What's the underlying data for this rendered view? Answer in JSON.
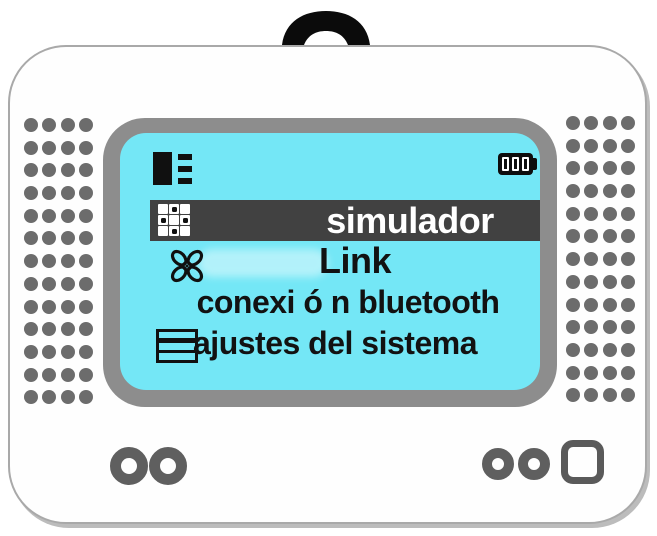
{
  "statusbar": {
    "battery": {
      "bars_filled": 3,
      "bars_total": 3,
      "icon": "battery-icon"
    },
    "header_icon": "menu-list-icon"
  },
  "menu": {
    "items": [
      {
        "label": "simulador",
        "icon": "model-select-grid-icon",
        "selected": true
      },
      {
        "label": "Link",
        "icon": "propeller-icon",
        "selected": false
      },
      {
        "label": "conexi ó n bluetooth",
        "icon": "none",
        "selected": false
      },
      {
        "label": "ajustes del sistema",
        "icon": "system-settings-list-icon",
        "selected": false
      }
    ]
  },
  "hardware": {
    "top_knob": "power-knob",
    "bottom_left_buttons": [
      "round-button",
      "round-button"
    ],
    "bottom_right_buttons": [
      "round-button",
      "round-button",
      "square-button"
    ]
  },
  "colors": {
    "screen_background": "#74e7f6",
    "selected_row_background": "#414141",
    "selected_row_text": "#ffffff",
    "menu_text": "#121212",
    "bezel": "#8d8d8d",
    "body": "#fefefe",
    "speaker_dot": "#6c6c6c"
  }
}
